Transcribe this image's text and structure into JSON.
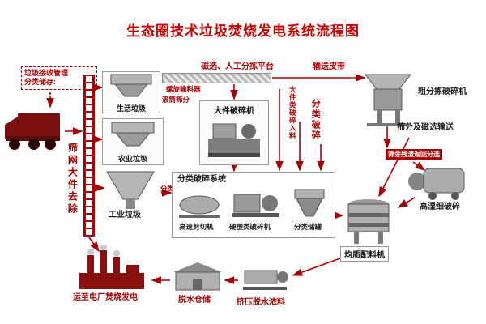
{
  "title": "生态圈技术垃圾焚烧发电系统流程图",
  "colors": {
    "accent": "#a80000",
    "title_red": "#c40000",
    "machine_gray": "#b5b5b5"
  },
  "left": {
    "receive_line1": "垃圾接收管理",
    "receive_line2": "分类储存:",
    "screen_vertical": "筛网大件去除"
  },
  "waste": {
    "household": "生活垃圾",
    "agriculture": "农业垃圾",
    "industrial": "工业垃圾",
    "classified_storage": "分类储存"
  },
  "top": {
    "screw_feeder": "螺旋输料器",
    "drum_screen": "滚筒筛分",
    "magnetic_platform": "磁选、人工分拣平台",
    "belt": "输送皮带",
    "large_crusher": "大件破碎机",
    "large_feed_vertical": "大件类破碎入料",
    "classified_crush_vertical": "分类破碎"
  },
  "right": {
    "coarse_crusher": "粗分拣破碎机",
    "screen_magnetic_convey": "筛分及磁选输送",
    "residue_return": "筛余残渣返回分选",
    "high_wet_crush": "高湿细破碎",
    "homogenizer": "均质配料机"
  },
  "system": {
    "title": "分类破碎系统",
    "shear": "高速剪切机",
    "hard_plastic": "硬塑类破碎机",
    "tank": "分类储罐"
  },
  "bottom": {
    "power_plant": "运至电厂焚烧发电",
    "dewater_storage": "脱水仓储",
    "squeeze_dewater": "挤压脱水浓料"
  }
}
